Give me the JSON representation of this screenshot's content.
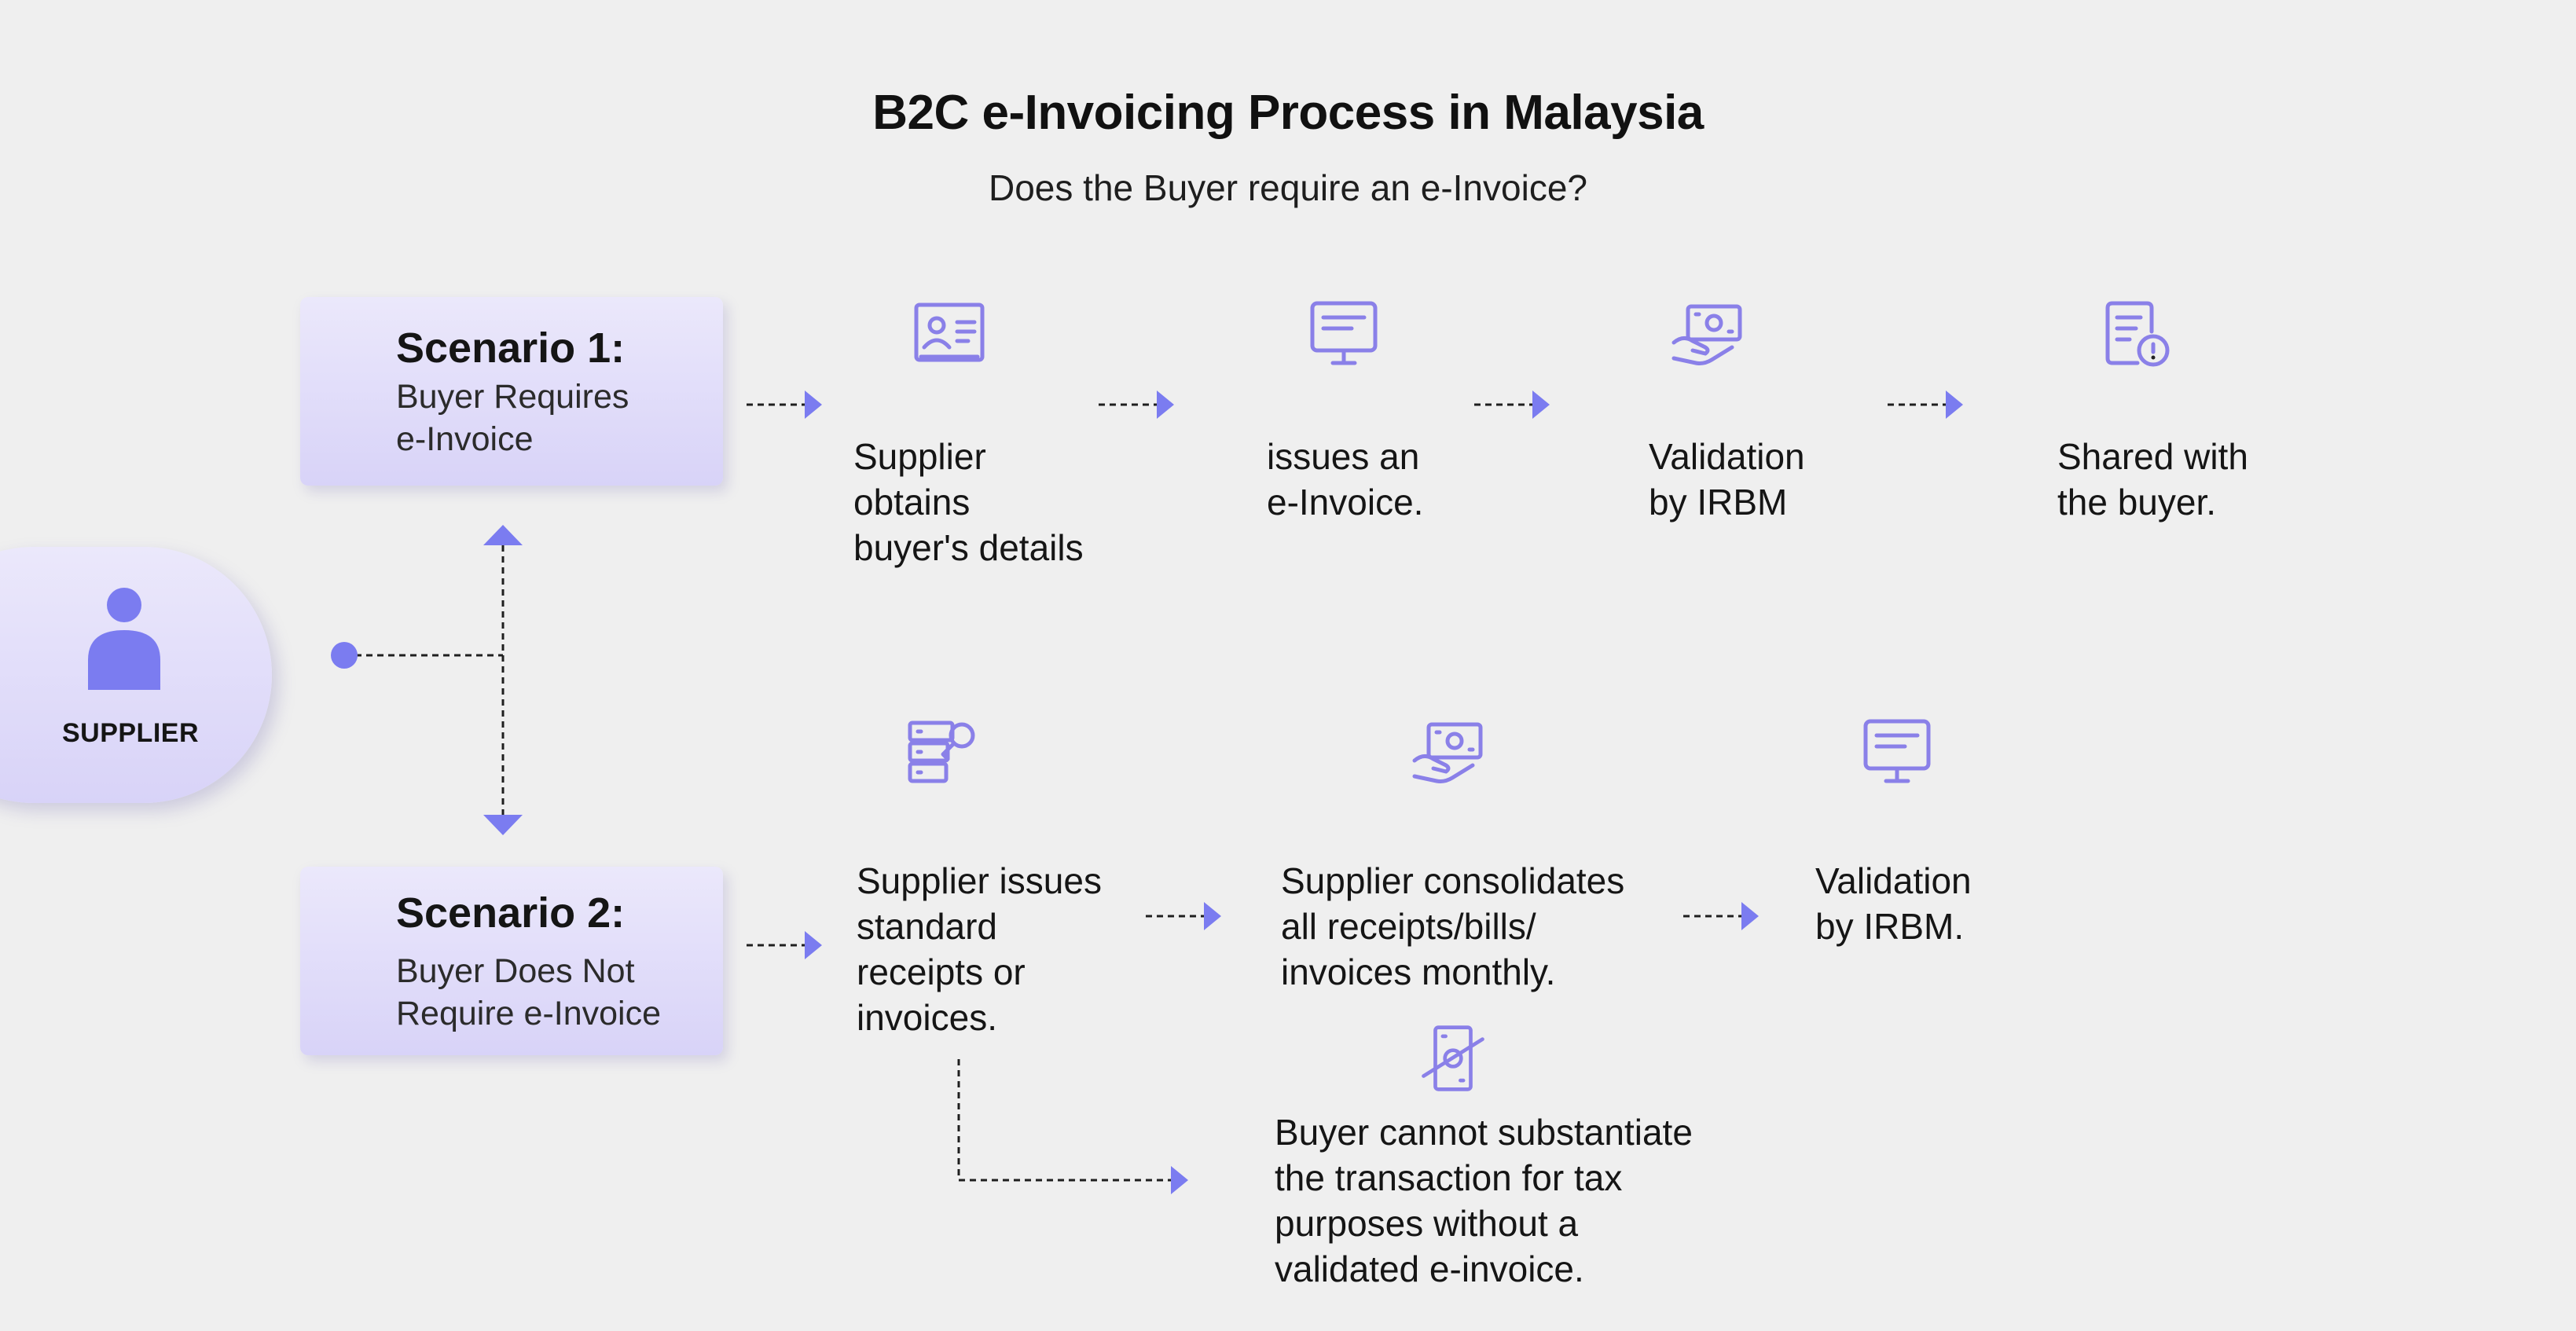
{
  "title": "B2C e-Invoicing Process in Malaysia",
  "subtitle": "Does the Buyer require an e-Invoice?",
  "supplier": {
    "label": "SUPPLIER",
    "icon": "person-icon"
  },
  "colors": {
    "accent": "#7b7cf0",
    "icon_stroke": "#8a80e8",
    "card_top": "#ebe8fb",
    "card_bottom": "#d8d3f8",
    "background": "#efefef"
  },
  "scenario1": {
    "title": "Scenario 1:",
    "desc_line1": "Buyer Requires",
    "desc_line2": "e-Invoice",
    "steps": [
      {
        "icon": "id-card-icon",
        "lines": [
          "Supplier",
          "obtains",
          "buyer's details"
        ]
      },
      {
        "icon": "monitor-icon",
        "lines": [
          "issues an",
          "e-Invoice."
        ]
      },
      {
        "icon": "cash-hand-icon",
        "lines": [
          "Validation",
          "by IRBM"
        ]
      },
      {
        "icon": "document-alert-icon",
        "lines": [
          "Shared with",
          "the buyer."
        ]
      }
    ]
  },
  "scenario2": {
    "title": "Scenario 2:",
    "desc_line1": "Buyer Does Not",
    "desc_line2": "Require e-Invoice",
    "steps": [
      {
        "icon": "server-key-icon",
        "lines": [
          "Supplier issues",
          "standard",
          "receipts or",
          "invoices."
        ]
      },
      {
        "icon": "cash-hand-icon",
        "lines": [
          "Supplier consolidates",
          "all receipts/bills/",
          "invoices monthly."
        ]
      },
      {
        "icon": "monitor-icon",
        "lines": [
          "Validation",
          "by IRBM."
        ]
      }
    ],
    "branch": {
      "icon": "no-money-icon",
      "lines": [
        "Buyer cannot substantiate",
        "the transaction for tax",
        "purposes without a",
        "validated e-invoice."
      ]
    }
  }
}
